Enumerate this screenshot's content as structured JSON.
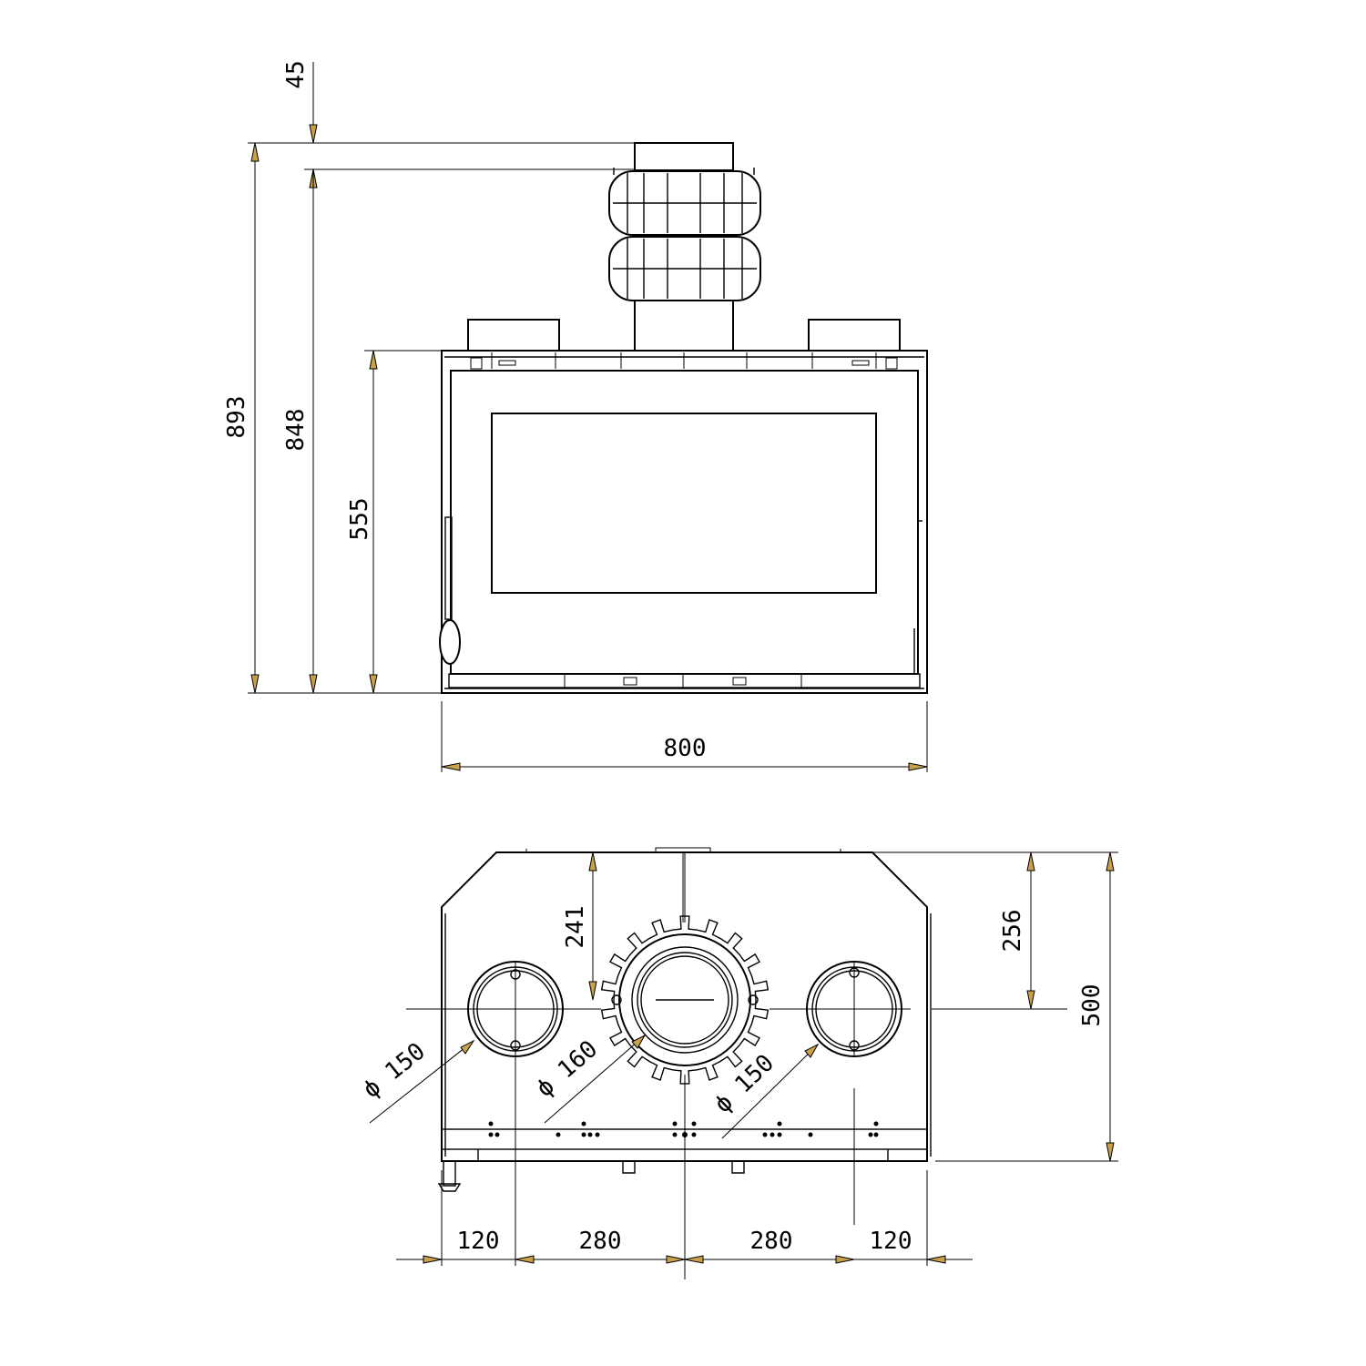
{
  "front_view": {
    "dimensions": {
      "total_height": "893",
      "height_to_collar": "848",
      "collar_height": "45",
      "body_height": "555",
      "width": "800"
    }
  },
  "top_view": {
    "dimensions": {
      "depth": "500",
      "centre_offset_side": "256",
      "centre_offset_middle": "241",
      "left_spacing": "120",
      "left_centre_spacing": "280",
      "right_centre_spacing": "280",
      "right_spacing": "120"
    },
    "outlets": {
      "left_diameter": "ϕ  150",
      "centre_diameter": "ϕ  160",
      "right_diameter": "ϕ  150"
    }
  },
  "colors": {
    "arrow": "#c8a24a",
    "line": "#000000",
    "background": "#ffffff"
  }
}
